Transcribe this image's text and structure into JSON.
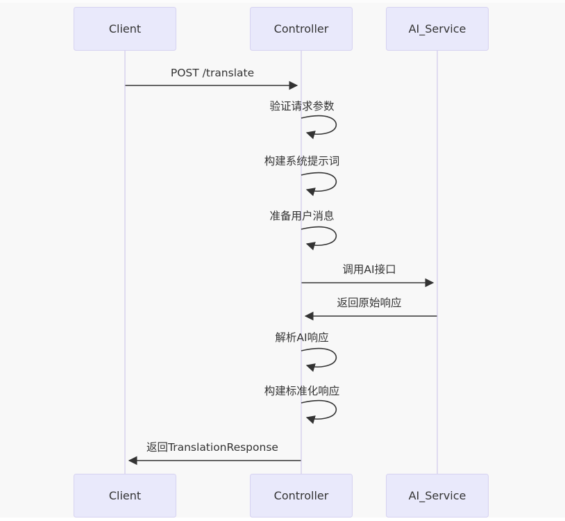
{
  "diagram": {
    "type": "sequence-diagram",
    "actors": [
      {
        "name": "Client"
      },
      {
        "name": "Controller"
      },
      {
        "name": "AI_Service"
      }
    ],
    "messages": [
      {
        "from": "Client",
        "to": "Controller",
        "kind": "solid-arrow",
        "label": "POST /translate"
      },
      {
        "from": "Controller",
        "to": "Controller",
        "kind": "self-loop",
        "label": "验证请求参数"
      },
      {
        "from": "Controller",
        "to": "Controller",
        "kind": "self-loop",
        "label": "构建系统提示词"
      },
      {
        "from": "Controller",
        "to": "Controller",
        "kind": "self-loop",
        "label": "准备用户消息"
      },
      {
        "from": "Controller",
        "to": "AI_Service",
        "kind": "solid-arrow",
        "label": "调用AI接口"
      },
      {
        "from": "AI_Service",
        "to": "Controller",
        "kind": "solid-arrow",
        "label": "返回原始响应"
      },
      {
        "from": "Controller",
        "to": "Controller",
        "kind": "self-loop",
        "label": "解析AI响应"
      },
      {
        "from": "Controller",
        "to": "Controller",
        "kind": "self-loop",
        "label": "构建标准化响应"
      },
      {
        "from": "Controller",
        "to": "Client",
        "kind": "solid-arrow",
        "label": "返回TranslationResponse"
      }
    ],
    "colors": {
      "background": "#f8f8f8",
      "actor_fill": "#e9e9fb",
      "actor_border": "#d6d2f1",
      "lifeline": "#d9d4ee",
      "arrow": "#333333",
      "text": "#333333"
    }
  }
}
